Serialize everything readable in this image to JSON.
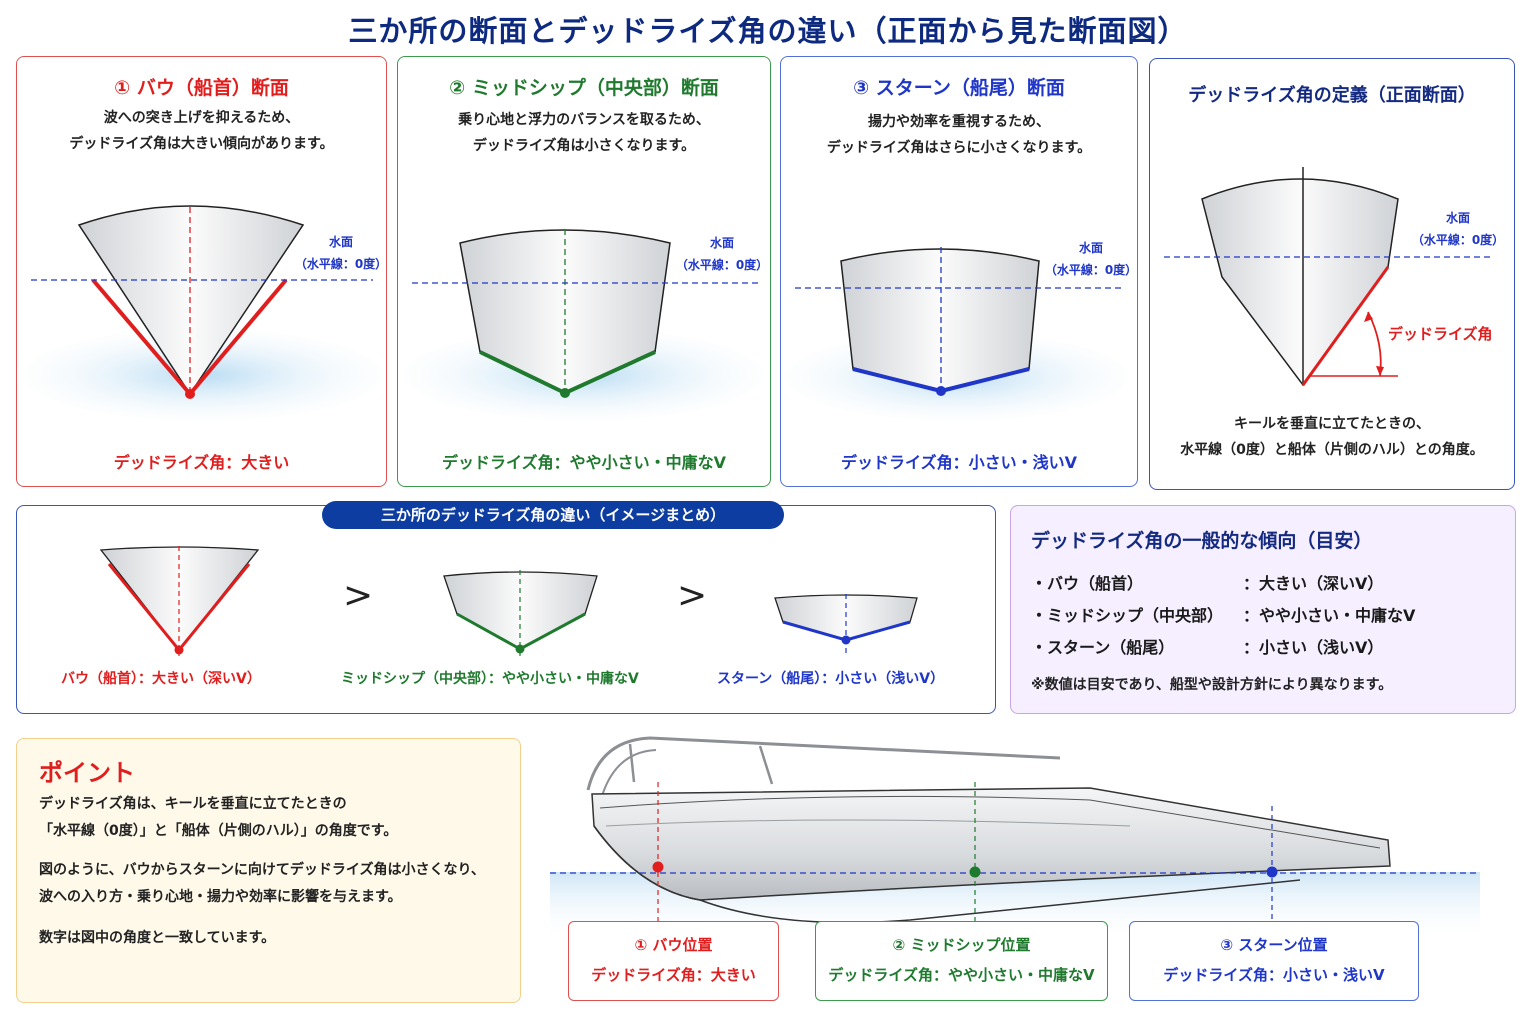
{
  "title": "三か所の断面とデッドライズ角の違い（正面から見た断面図）",
  "sections": [
    {
      "title": "① バウ（船首）断面",
      "desc1": "波への突き上げを抑えるため、",
      "desc2": "デッドライズ角は大きい傾向があります。",
      "water1": "水面",
      "water2": "（水平線：0度）",
      "foot": "デッドライズ角：大きい",
      "color": "#e01e1e"
    },
    {
      "title": "② ミッドシップ（中央部）断面",
      "desc1": "乗り心地と浮力のバランスを取るため、",
      "desc2": "デッドライズ角は小さくなります。",
      "water1": "水面",
      "water2": "（水平線：0度）",
      "foot": "デッドライズ角：やや小さい・中庸なV",
      "color": "#1f7a2e"
    },
    {
      "title": "③ スターン（船尾）断面",
      "desc1": "揚力や効率を重視するため、",
      "desc2": "デッドライズ角はさらに小さくなります。",
      "water1": "水面",
      "water2": "（水平線：0度）",
      "foot": "デッドライズ角：小さい・浅いV",
      "color": "#1f36c8"
    }
  ],
  "definition": {
    "title": "デッドライズ角の定義（正面断面）",
    "water1": "水面",
    "water2": "（水平線：0度）",
    "angle_label": "デッドライズ角",
    "caption1": "キールを垂直に立てたときの、",
    "caption2": "水平線（0度）と船体（片側のハル）との角度。"
  },
  "summary": {
    "title": "三か所のデッドライズ角の違い（イメージまとめ）",
    "gt": ">",
    "bow": "バウ（船首）：大きい（深いV）",
    "mid": "ミッドシップ（中央部）：やや小さい・中庸なV",
    "stern": "スターン（船尾）：小さい（浅いV）"
  },
  "trend": {
    "title": "デッドライズ角の一般的な傾向（目安）",
    "rows": [
      {
        "k": "・バウ（船首）",
        "v": "：大きい（深いV）"
      },
      {
        "k": "・ミッドシップ（中央部）",
        "v": "：やや小さい・中庸なV"
      },
      {
        "k": "・スターン（船尾）",
        "v": "：小さい（浅いV）"
      }
    ],
    "note": "※数値は目安であり、船型や設計方針により異なります。"
  },
  "point": {
    "title": "ポイント",
    "l1": "デッドライズ角は、キールを垂直に立てたときの",
    "l2": "「水平線（0度）」と「船体（片側のハル）」の角度です。",
    "l3": "図のように、バウからスターンに向けてデッドライズ角は小さくなり、",
    "l4": "波への入り方・乗り心地・揚力や効率に影響を与えます。",
    "l5": "数字は図中の角度と一致しています。"
  },
  "positions": [
    {
      "t1": "① バウ位置",
      "t2": "デッドライズ角：大きい"
    },
    {
      "t1": "② ミッドシップ位置",
      "t2": "デッドライズ角：やや小さい・中庸なV"
    },
    {
      "t1": "③ スターン位置",
      "t2": "デッドライズ角：小さい・浅いV"
    }
  ],
  "colors": {
    "red": "#e01e1e",
    "green": "#1f7a2e",
    "blue": "#1f36c8",
    "navy": "#142a80"
  }
}
